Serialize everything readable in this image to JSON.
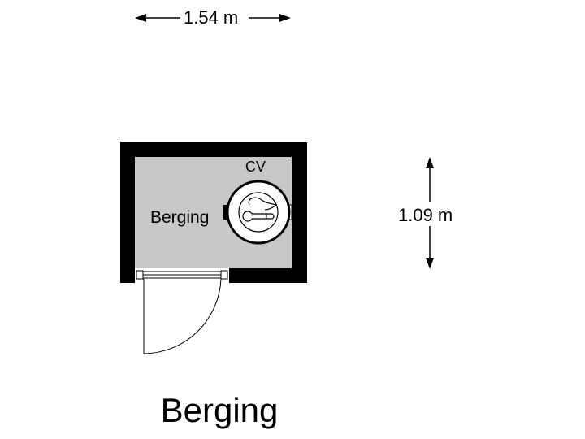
{
  "dimensions": {
    "width_label": "1.54 m",
    "height_label": "1.09 m"
  },
  "room": {
    "name": "Berging",
    "fixture_label": "CV",
    "floor_color": "#c8c8c8",
    "wall_color": "#000000"
  },
  "title": "Berging"
}
